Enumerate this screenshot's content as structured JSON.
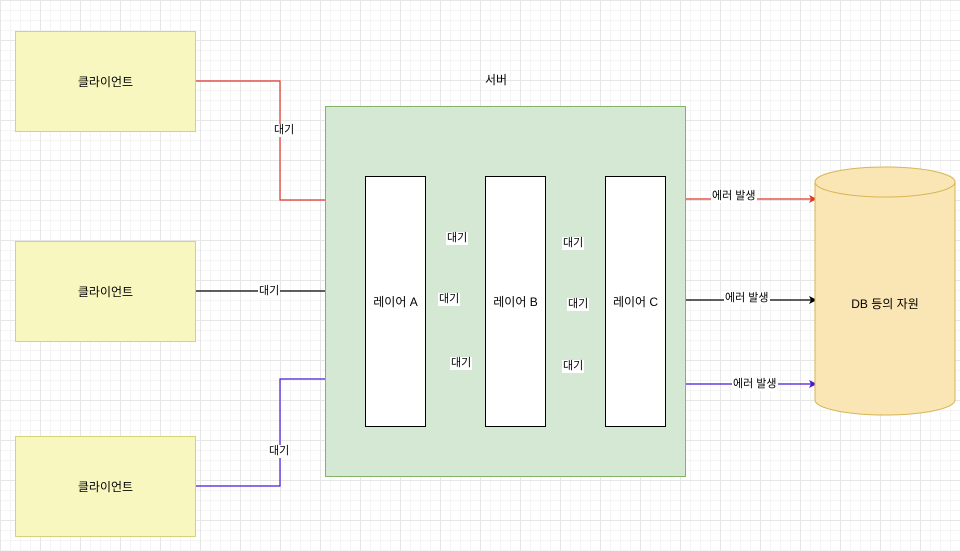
{
  "colors": {
    "red": "#e0362b",
    "black": "#000000",
    "purple": "#4b17d6"
  },
  "clients": [
    {
      "label": "클라이언트"
    },
    {
      "label": "클라이언트"
    },
    {
      "label": "클라이언트"
    }
  ],
  "server": {
    "title": "서버"
  },
  "layers": [
    {
      "label": "레이어 A"
    },
    {
      "label": "레이어 B"
    },
    {
      "label": "레이어 C"
    }
  ],
  "database": {
    "label": "DB 등의 자원"
  },
  "edge_labels": {
    "wait": "대기",
    "error": "에러 발생"
  }
}
